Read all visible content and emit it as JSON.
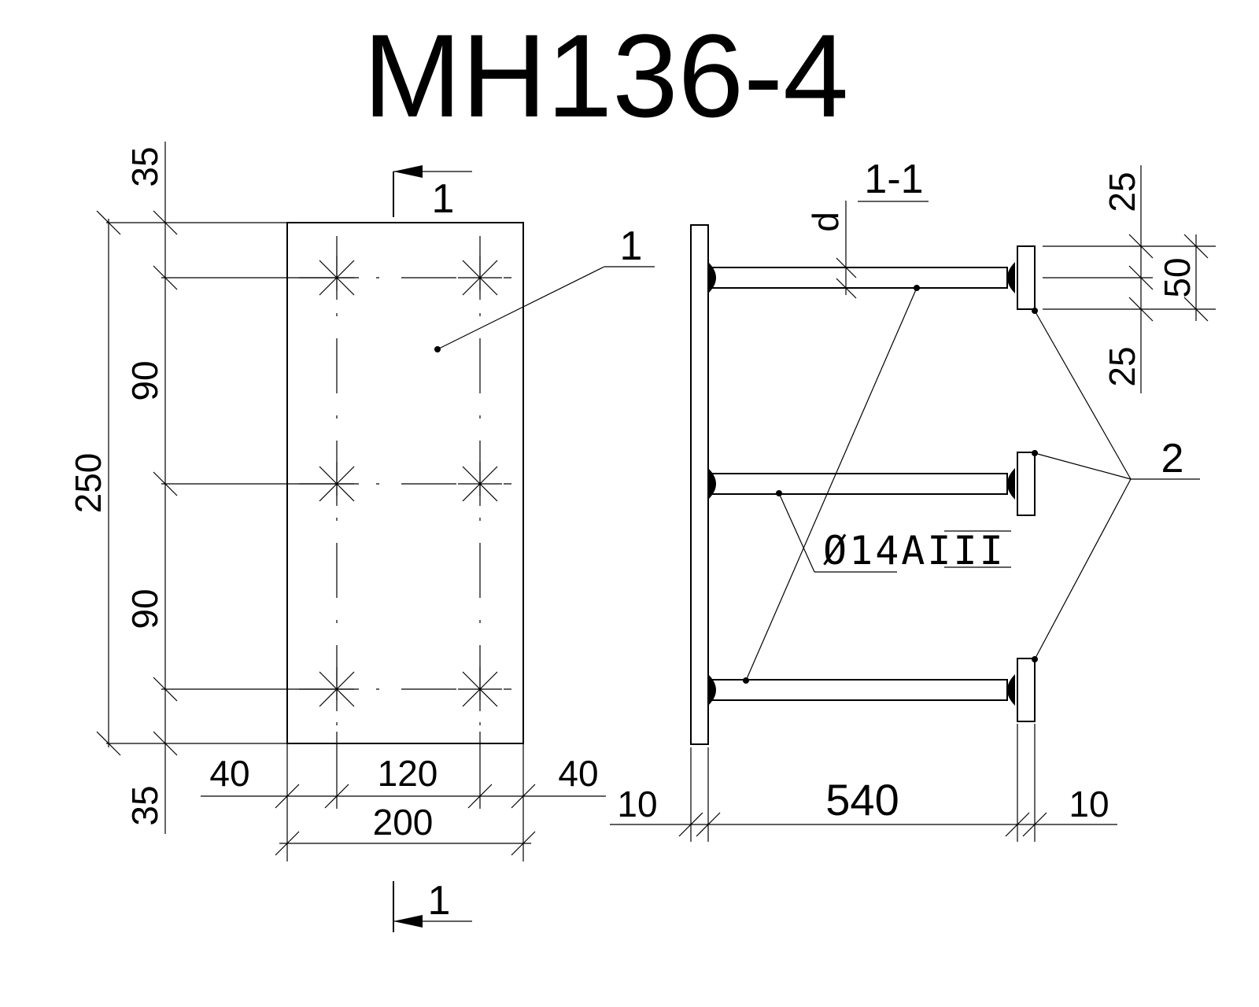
{
  "title": "MH136-4",
  "plan": {
    "section_marker_top": "1",
    "section_marker_bottom": "1",
    "part_callout": "1",
    "dims_vertical": {
      "top": "35",
      "upper": "90",
      "total": "250",
      "lower": "90",
      "bottom": "35"
    },
    "dims_horizontal": {
      "left": "40",
      "middle": "120",
      "right": "40",
      "total": "200"
    }
  },
  "section": {
    "title": "1-1",
    "diameter_label": "d",
    "part_callout": "2",
    "rebar_prefix": "Ø14A",
    "rebar_class": "III",
    "dims_right": {
      "top": "25",
      "middle": "50",
      "bottom": "25"
    },
    "dims_bottom": {
      "left": "10",
      "length": "540",
      "right": "10"
    }
  }
}
